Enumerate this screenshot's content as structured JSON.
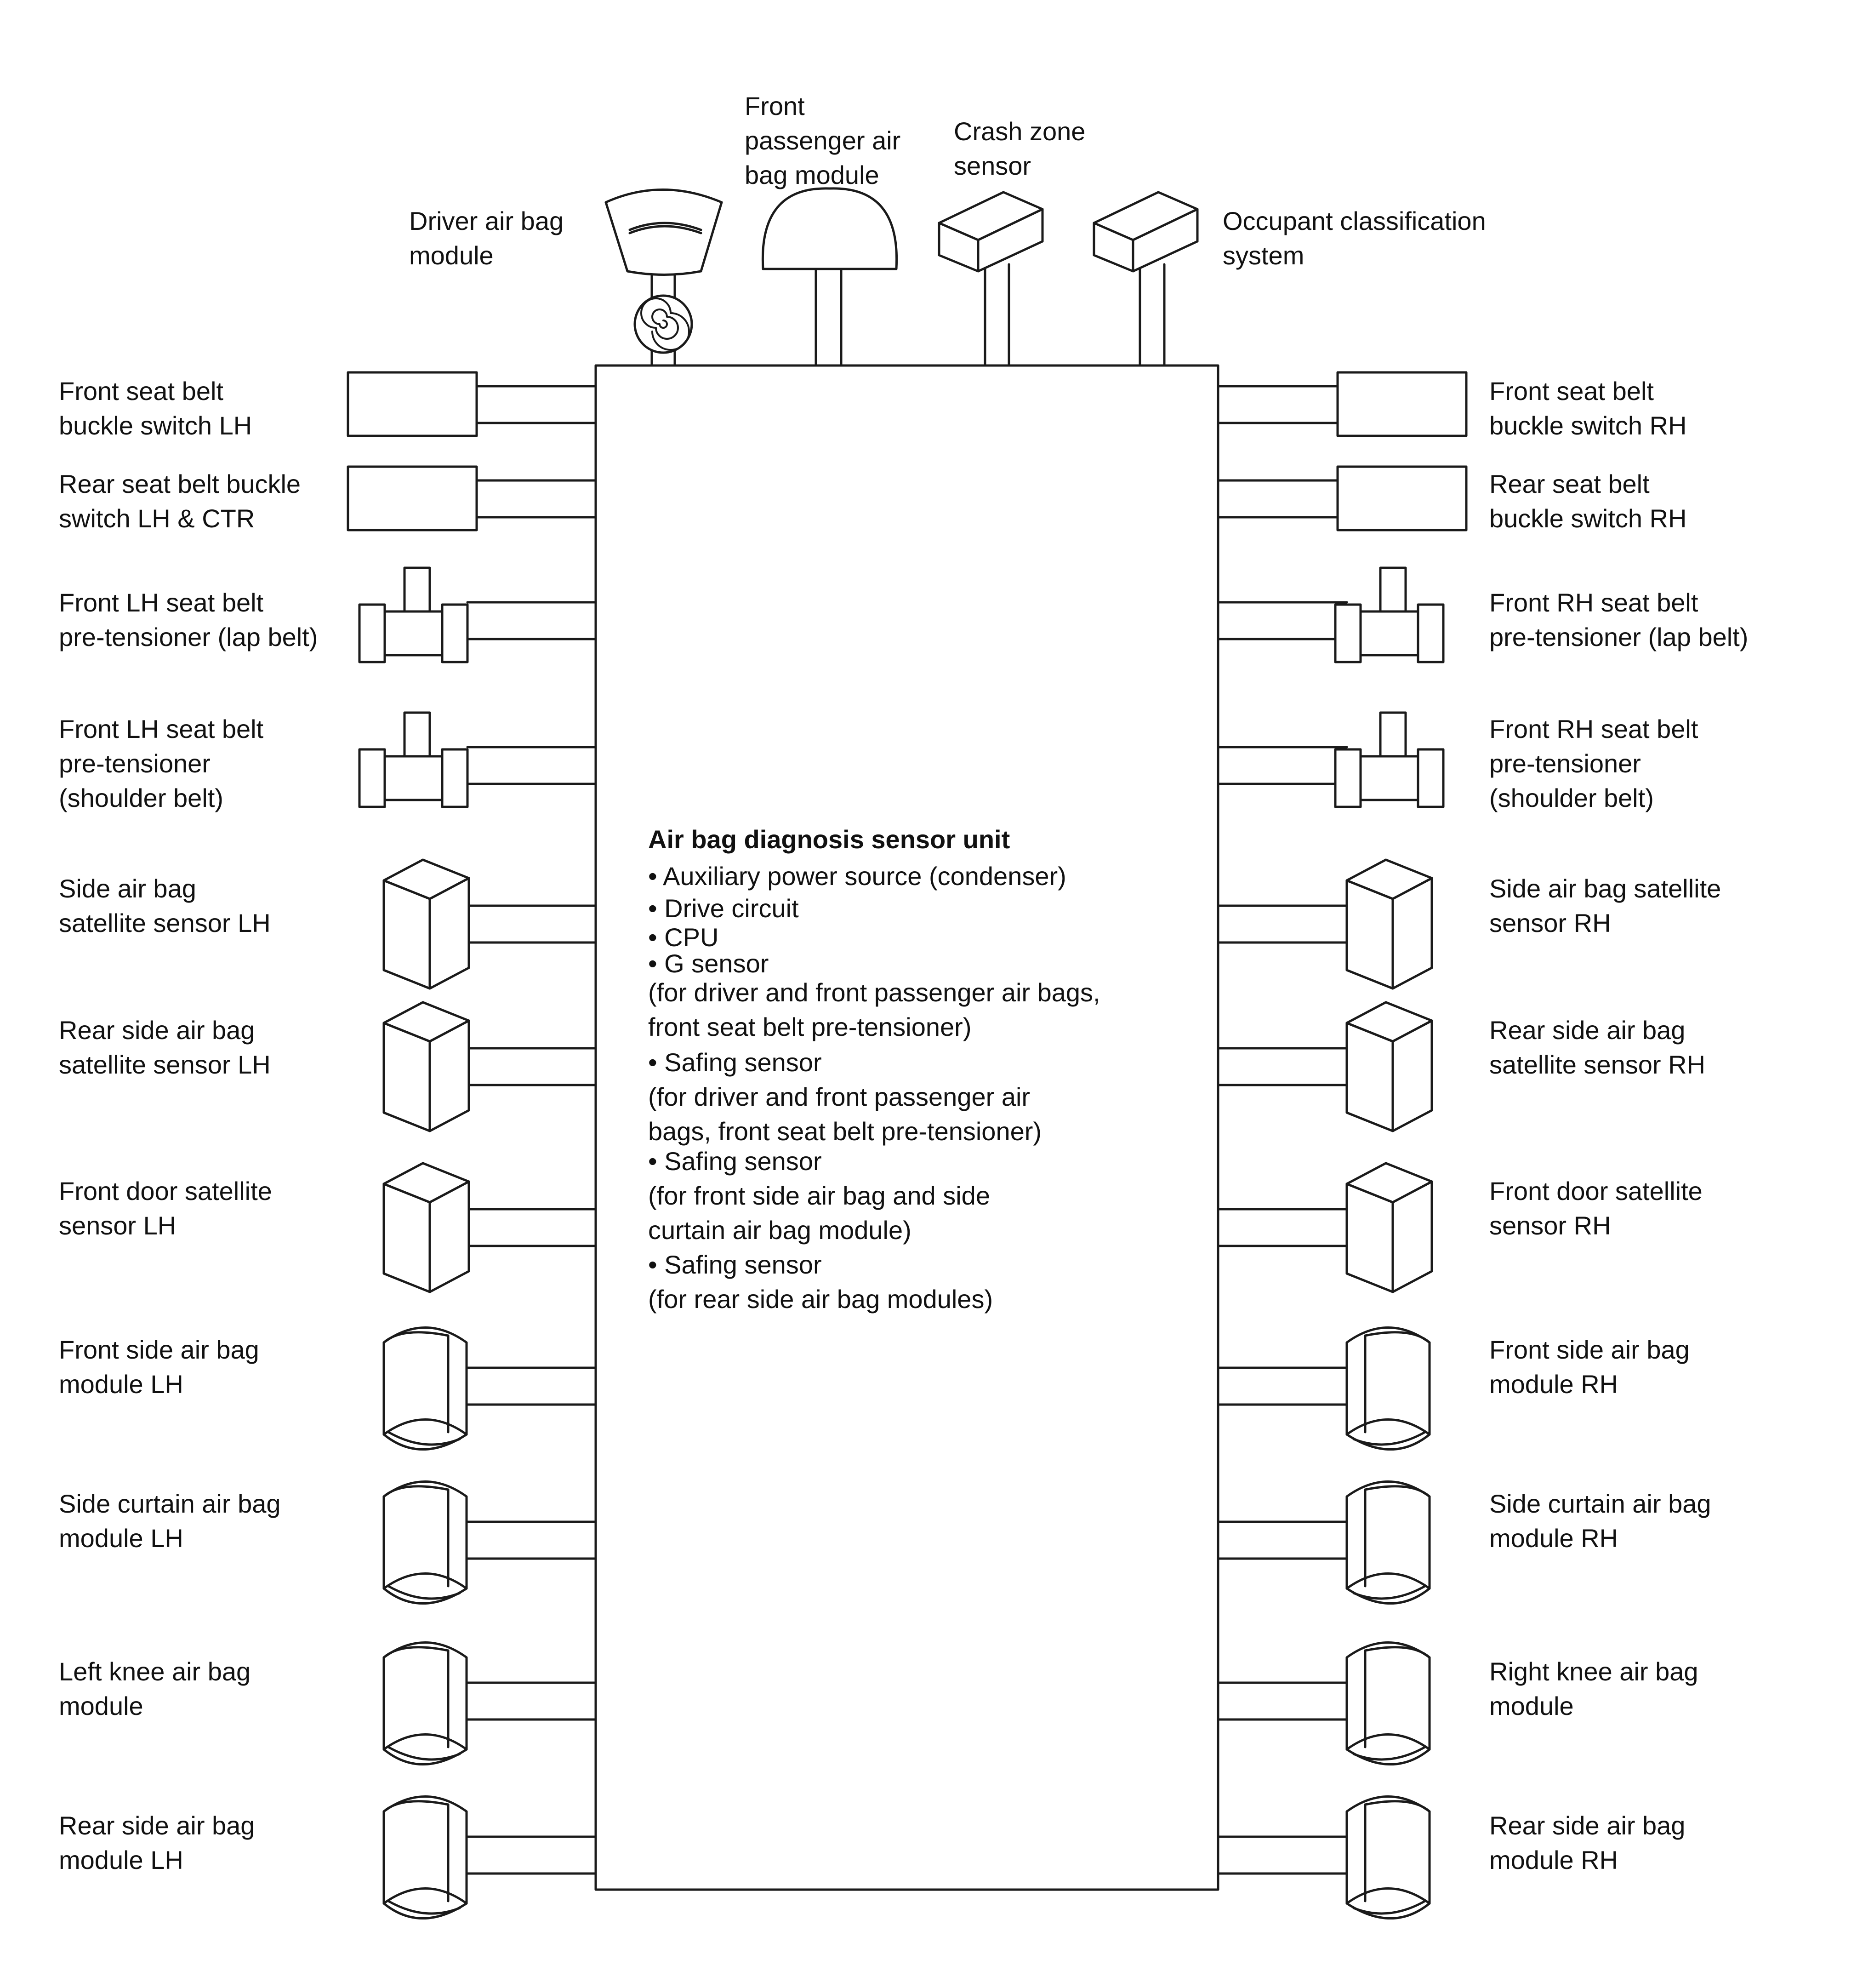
{
  "top_components": {
    "driver_airbag_label": [
      "Driver air bag",
      "module"
    ],
    "passenger_airbag_label": [
      "Front",
      "passenger air",
      "bag module"
    ],
    "crash_zone_label": [
      "Crash zone",
      "sensor"
    ],
    "occupant_label": [
      "Occupant classification",
      "system"
    ]
  },
  "unit": {
    "title": "Air bag diagnosis sensor unit",
    "lines": [
      "• Auxiliary power source (condenser)",
      "• Drive circuit",
      "• CPU",
      "• G sensor",
      "(for driver and front passenger air bags,",
      "front seat belt pre-tensioner)",
      "• Safing sensor",
      "(for driver and front passenger air",
      "bags, front seat belt pre-tensioner)",
      "• Safing sensor",
      "(for front side air bag and side",
      "curtain air bag module)",
      "• Safing sensor",
      "(for rear side air bag modules)"
    ]
  },
  "left_components": [
    {
      "lines": [
        "Front seat belt",
        "buckle switch LH"
      ],
      "icon": "switch-box"
    },
    {
      "lines": [
        "Rear seat belt buckle",
        "switch LH & CTR"
      ],
      "icon": "switch-box"
    },
    {
      "lines": [
        "Front LH seat belt",
        "pre-tensioner (lap belt)"
      ],
      "icon": "pretensioner"
    },
    {
      "lines": [
        "Front LH seat belt",
        "pre-tensioner",
        "(shoulder belt)"
      ],
      "icon": "pretensioner"
    },
    {
      "lines": [
        "Side air bag",
        "satellite sensor LH"
      ],
      "icon": "sensor-cube"
    },
    {
      "lines": [
        "Rear side air bag",
        "satellite sensor LH"
      ],
      "icon": "sensor-cube"
    },
    {
      "lines": [
        "Front door satellite",
        "sensor LH"
      ],
      "icon": "sensor-cube"
    },
    {
      "lines": [
        "Front side air bag",
        "module LH"
      ],
      "icon": "airbag-roll"
    },
    {
      "lines": [
        "Side curtain air bag",
        "module LH"
      ],
      "icon": "airbag-roll"
    },
    {
      "lines": [
        "Left knee air bag",
        "module"
      ],
      "icon": "airbag-roll"
    },
    {
      "lines": [
        "Rear side air bag",
        "module LH"
      ],
      "icon": "airbag-roll"
    }
  ],
  "right_components": [
    {
      "lines": [
        "Front seat belt",
        "buckle switch RH"
      ],
      "icon": "switch-box"
    },
    {
      "lines": [
        "Rear seat belt",
        "buckle switch RH"
      ],
      "icon": "switch-box"
    },
    {
      "lines": [
        "Front RH seat belt",
        "pre-tensioner (lap belt)"
      ],
      "icon": "pretensioner"
    },
    {
      "lines": [
        "Front RH seat belt",
        "pre-tensioner",
        "(shoulder belt)"
      ],
      "icon": "pretensioner"
    },
    {
      "lines": [
        "Side air bag satellite",
        "sensor RH"
      ],
      "icon": "sensor-cube"
    },
    {
      "lines": [
        "Rear side air bag",
        "satellite sensor RH"
      ],
      "icon": "sensor-cube"
    },
    {
      "lines": [
        "Front door satellite",
        "sensor RH"
      ],
      "icon": "sensor-cube"
    },
    {
      "lines": [
        "Front side air bag",
        "module RH"
      ],
      "icon": "airbag-roll"
    },
    {
      "lines": [
        "Side curtain air bag",
        "module RH"
      ],
      "icon": "airbag-roll"
    },
    {
      "lines": [
        "Right knee air bag",
        "module"
      ],
      "icon": "airbag-roll"
    },
    {
      "lines": [
        "Rear side air bag",
        "module RH"
      ],
      "icon": "airbag-roll"
    }
  ]
}
